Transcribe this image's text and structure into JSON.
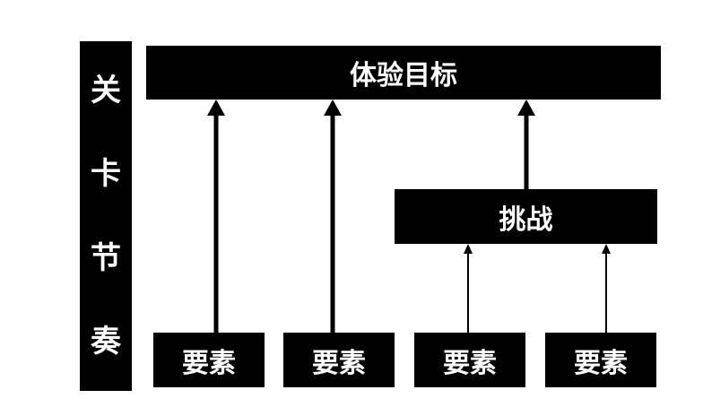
{
  "side_bar": {
    "chars": [
      "关",
      "卡",
      "节",
      "奏"
    ]
  },
  "goal": {
    "label": "体验目标"
  },
  "challenge": {
    "label": "挑战"
  },
  "elements": [
    {
      "label": "要素"
    },
    {
      "label": "要素"
    },
    {
      "label": "要素"
    },
    {
      "label": "要素"
    }
  ],
  "colors": {
    "box_fill": "#000000",
    "box_text": "#ffffff",
    "arrow": "#000000",
    "background": "#ffffff"
  }
}
